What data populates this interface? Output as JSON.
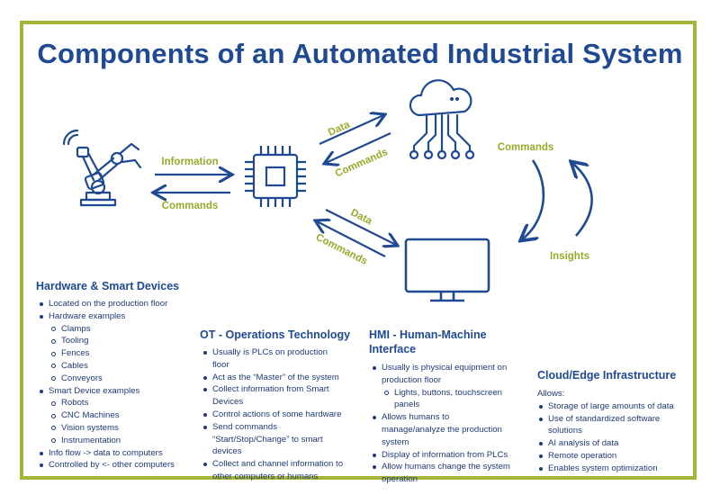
{
  "title": "Components of an Automated Industrial System",
  "colors": {
    "border": "#a6b43a",
    "primary": "#1f4a93",
    "label": "#9aaa2c"
  },
  "icons": [
    "robot-arm-icon",
    "chip-icon",
    "cloud-network-icon",
    "monitor-icon"
  ],
  "arrows": {
    "robot_to_chip": "Information",
    "chip_to_robot": "Commands",
    "chip_to_cloud": "Data",
    "cloud_to_chip": "Commands",
    "chip_to_monitor": "Data",
    "monitor_to_chip": "Commands",
    "cloud_to_monitor": "Commands",
    "monitor_to_cloud": "Insights"
  },
  "hardware": {
    "title": "Hardware & Smart Devices",
    "items": [
      "Located on the production floor",
      "Hardware examples",
      "Clamps",
      "Tooling",
      "Fences",
      "Cables",
      "Conveyors",
      "Smart Device examples",
      "Robots",
      "CNC Machines",
      "Vision systems",
      "Instrumentation",
      "Info flow -> data to computers",
      "Controlled by <- other computers"
    ]
  },
  "ot": {
    "title": "OT - Operations Technology",
    "items": [
      "Usually is PLCs on production floor",
      "Act as the “Master” of the system",
      "Collect information from Smart Devices",
      "Control actions of some hardware",
      "Send commands “Start/Stop/Change” to smart devices",
      "Collect and channel information to other computers or humans"
    ]
  },
  "hmi": {
    "title": "HMI - Human-Machine Interface",
    "items": [
      "Usually is physical equipment on production floor",
      "Lights, buttons, touchscreen panels",
      "Allows humans to manage/analyze the production system",
      "Display of information from PLCs",
      "Allow humans change the system operation"
    ]
  },
  "cloud": {
    "title": "Cloud/Edge Infrastructure",
    "intro": "Allows:",
    "items": [
      "Storage of large amounts of data",
      "Use of standardized software solutions",
      "AI analysis of data",
      "Remote operation",
      "Enables system optimization"
    ]
  }
}
